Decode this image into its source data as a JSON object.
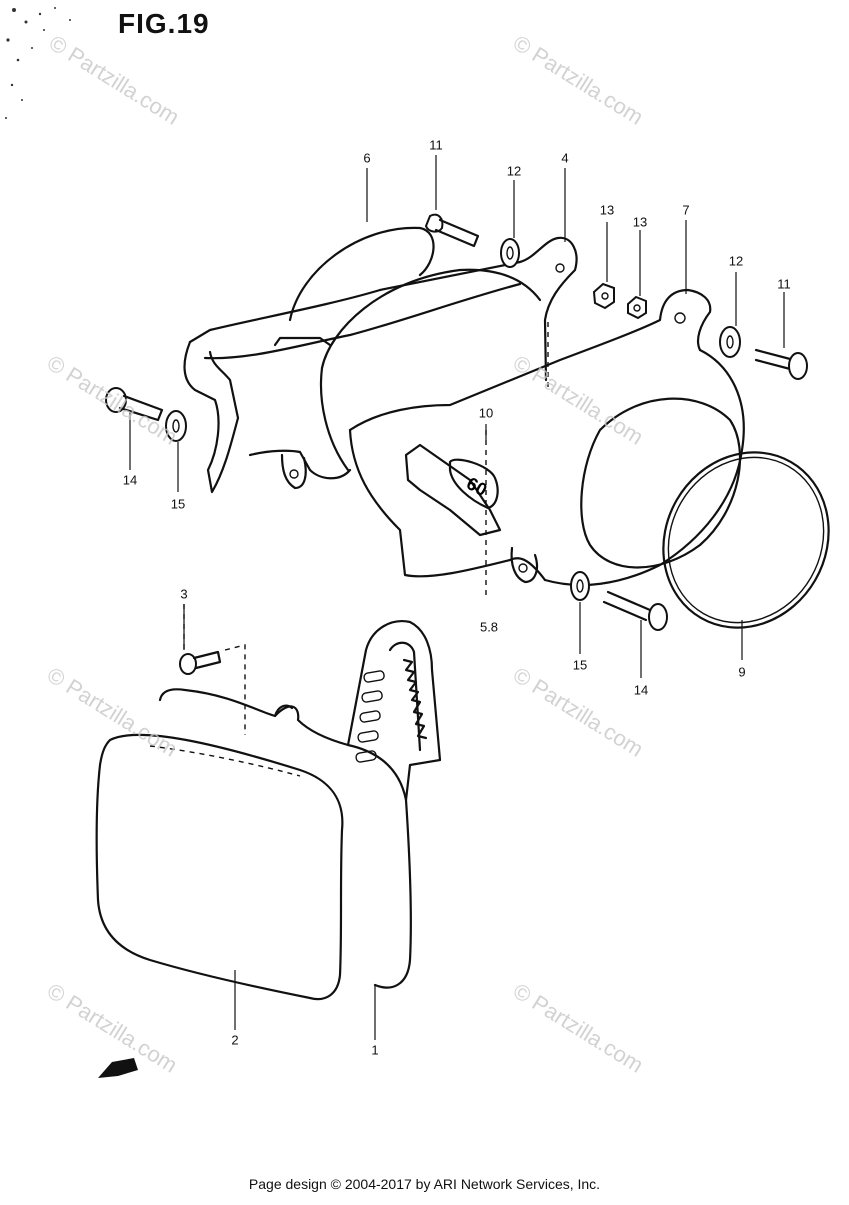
{
  "figure": {
    "title": "FIG.19"
  },
  "callouts": [
    {
      "id": "6",
      "label": "6"
    },
    {
      "id": "11a",
      "label": "11"
    },
    {
      "id": "12a",
      "label": "12"
    },
    {
      "id": "4",
      "label": "4"
    },
    {
      "id": "13a",
      "label": "13"
    },
    {
      "id": "13b",
      "label": "13"
    },
    {
      "id": "7",
      "label": "7"
    },
    {
      "id": "12b",
      "label": "12"
    },
    {
      "id": "11b",
      "label": "11"
    },
    {
      "id": "14a",
      "label": "14"
    },
    {
      "id": "15a",
      "label": "15"
    },
    {
      "id": "10",
      "label": "10"
    },
    {
      "id": "58",
      "label": "5.8"
    },
    {
      "id": "3",
      "label": "3"
    },
    {
      "id": "15b",
      "label": "15"
    },
    {
      "id": "14b",
      "label": "14"
    },
    {
      "id": "9",
      "label": "9"
    },
    {
      "id": "2",
      "label": "2"
    },
    {
      "id": "1",
      "label": "1"
    }
  ],
  "watermark": {
    "text": "© Partzilla.com"
  },
  "footer": {
    "text": "Page design © 2004-2017 by ARI Network Services, Inc."
  },
  "decal_text": "60"
}
